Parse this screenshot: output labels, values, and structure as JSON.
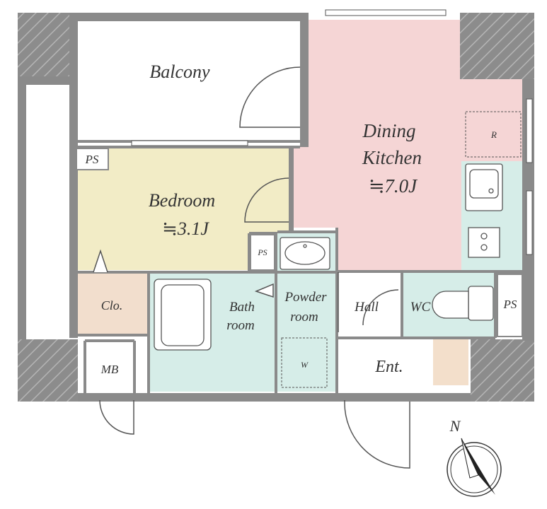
{
  "rooms": {
    "balcony": {
      "name": "Balcony"
    },
    "dining_kitchen": {
      "name_line1": "Dining",
      "name_line2": "Kitchen",
      "area": "≒7.0J"
    },
    "bedroom": {
      "name": "Bedroom",
      "area": "≒3.1J"
    },
    "closet": {
      "name": "Clo."
    },
    "bath": {
      "name_line1": "Bath",
      "name_line2": "room"
    },
    "powder": {
      "name_line1": "Powder",
      "name_line2": "room"
    },
    "hall": {
      "name": "Hall"
    },
    "wc": {
      "name": "WC"
    },
    "entrance": {
      "name": "Ent."
    },
    "meter_box": {
      "name": "MB"
    }
  },
  "fixtures": {
    "ps_top_left": "PS",
    "ps_center": "PS",
    "ps_right": "PS",
    "refrigerator": "R",
    "washer": "W"
  },
  "compass": {
    "label": "N"
  },
  "colors": {
    "wall": "#8a8a8a",
    "dining_kitchen": "#f5d5d5",
    "bedroom": "#f2ecc6",
    "closet": "#f2decd",
    "wet_area": "#d6ede8",
    "shoe_cabinet": "#f3dfcb"
  }
}
